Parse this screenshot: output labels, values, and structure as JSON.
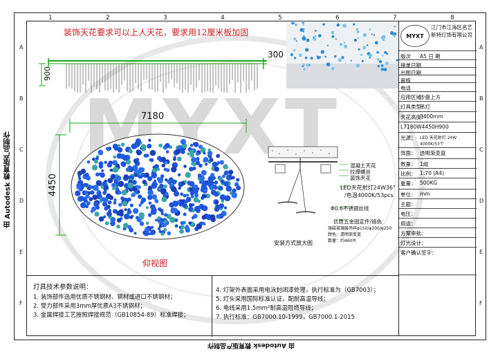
{
  "drawing": {
    "note_red": "装饰天花要求可以上人天花，要求用12厘米板加固",
    "dim_height": "900",
    "dim_drop": "300",
    "dim_width": "7180",
    "dim_depth": "4450",
    "view_label": "仰视图",
    "side_label": "由 Autodesk 教育版产品制作",
    "bottom_label": "由 Autodesk 教育版产品制作",
    "col_numbers": [
      "1",
      "2",
      "3",
      "4",
      "5",
      "6",
      "7",
      "8"
    ],
    "row_letters": [
      "A",
      "B",
      "C",
      "D",
      "E",
      "F"
    ]
  },
  "install": {
    "caption": "安装方式放大图",
    "labels": [
      "混凝土天花",
      "拉爆螺丝",
      "装饰天花",
      "LED天花射灯24W36°",
      "/色温4000K/53pcs",
      "Φ0.6不锈钢丝线",
      "优质五金固定件/铬色"
    ],
    "glass_note": "施磁玻璃鼓吊碎φ150/φ200/φ250",
    "color_note": "颜色：透明渐变蓝",
    "count_note": "数量：约460片"
  },
  "title_block": {
    "company": "江门市江海区名艺新特灯饰有限公司",
    "logo": "MYXT",
    "rows": [
      {
        "k": "版次",
        "v": "A5  日  期"
      },
      {
        "k": "接单日期",
        "v": ""
      },
      {
        "k": "出图日期",
        "v": ""
      },
      {
        "k": "审核",
        "v": ""
      },
      {
        "k": "电话",
        "v": ""
      },
      {
        "k": "应用区域：",
        "v": "沙盘上方"
      },
      {
        "k": "灯具类型：",
        "v": "吊灯"
      },
      {
        "k": "天花高度：",
        "v": "3400mm"
      },
      {
        "k": "L7180W4450H900",
        "v": ""
      },
      {
        "k": "光源：",
        "v": "LED 天花射灯 24W 4000K/53个"
      },
      {
        "k": "饰面：",
        "v": "透明渐变蓝"
      },
      {
        "k": "数量：",
        "v": "1组"
      },
      {
        "k": "比例：",
        "v": "1:70 (A4)"
      },
      {
        "k": "重量：",
        "v": "500KG"
      },
      {
        "k": "单位：",
        "v": "mm"
      },
      {
        "k": "主题：",
        "v": ""
      },
      {
        "k": "电压：",
        "v": ""
      },
      {
        "k": "用途：",
        "v": ""
      },
      {
        "k": "方案审批：",
        "v": ""
      },
      {
        "k": "灯光设计：",
        "v": ""
      },
      {
        "k": "客户确认签字：",
        "v": ""
      }
    ]
  },
  "notes": {
    "title": "灯具技术参数说明：",
    "left": [
      "1. 装饰部件选用优质不锈钢材、钢材或进口不锈钢材；",
      "2. 受力部件采用3mm厚优质A3不锈钢材；",
      "3. 金属焊接工艺按照焊接规范（GB10854-89）标准焊接；"
    ],
    "right": [
      "4. 灯架外表面采用电泳封闭漆处理，执行标准为（GB7003）；",
      "5. 灯头采用国际标准认证，配耐高温导线；",
      "6. 电线采用1.5mm²耐高温阻燃导线；",
      "7. 执行标准：GB7000.10-1999，GB7000.1-2015"
    ]
  },
  "watermark": "MYXT",
  "colors": {
    "red": "#cc1a1a",
    "green": "#1aa81a",
    "blue": "#1f55d8",
    "teal": "#3aa6a6"
  }
}
